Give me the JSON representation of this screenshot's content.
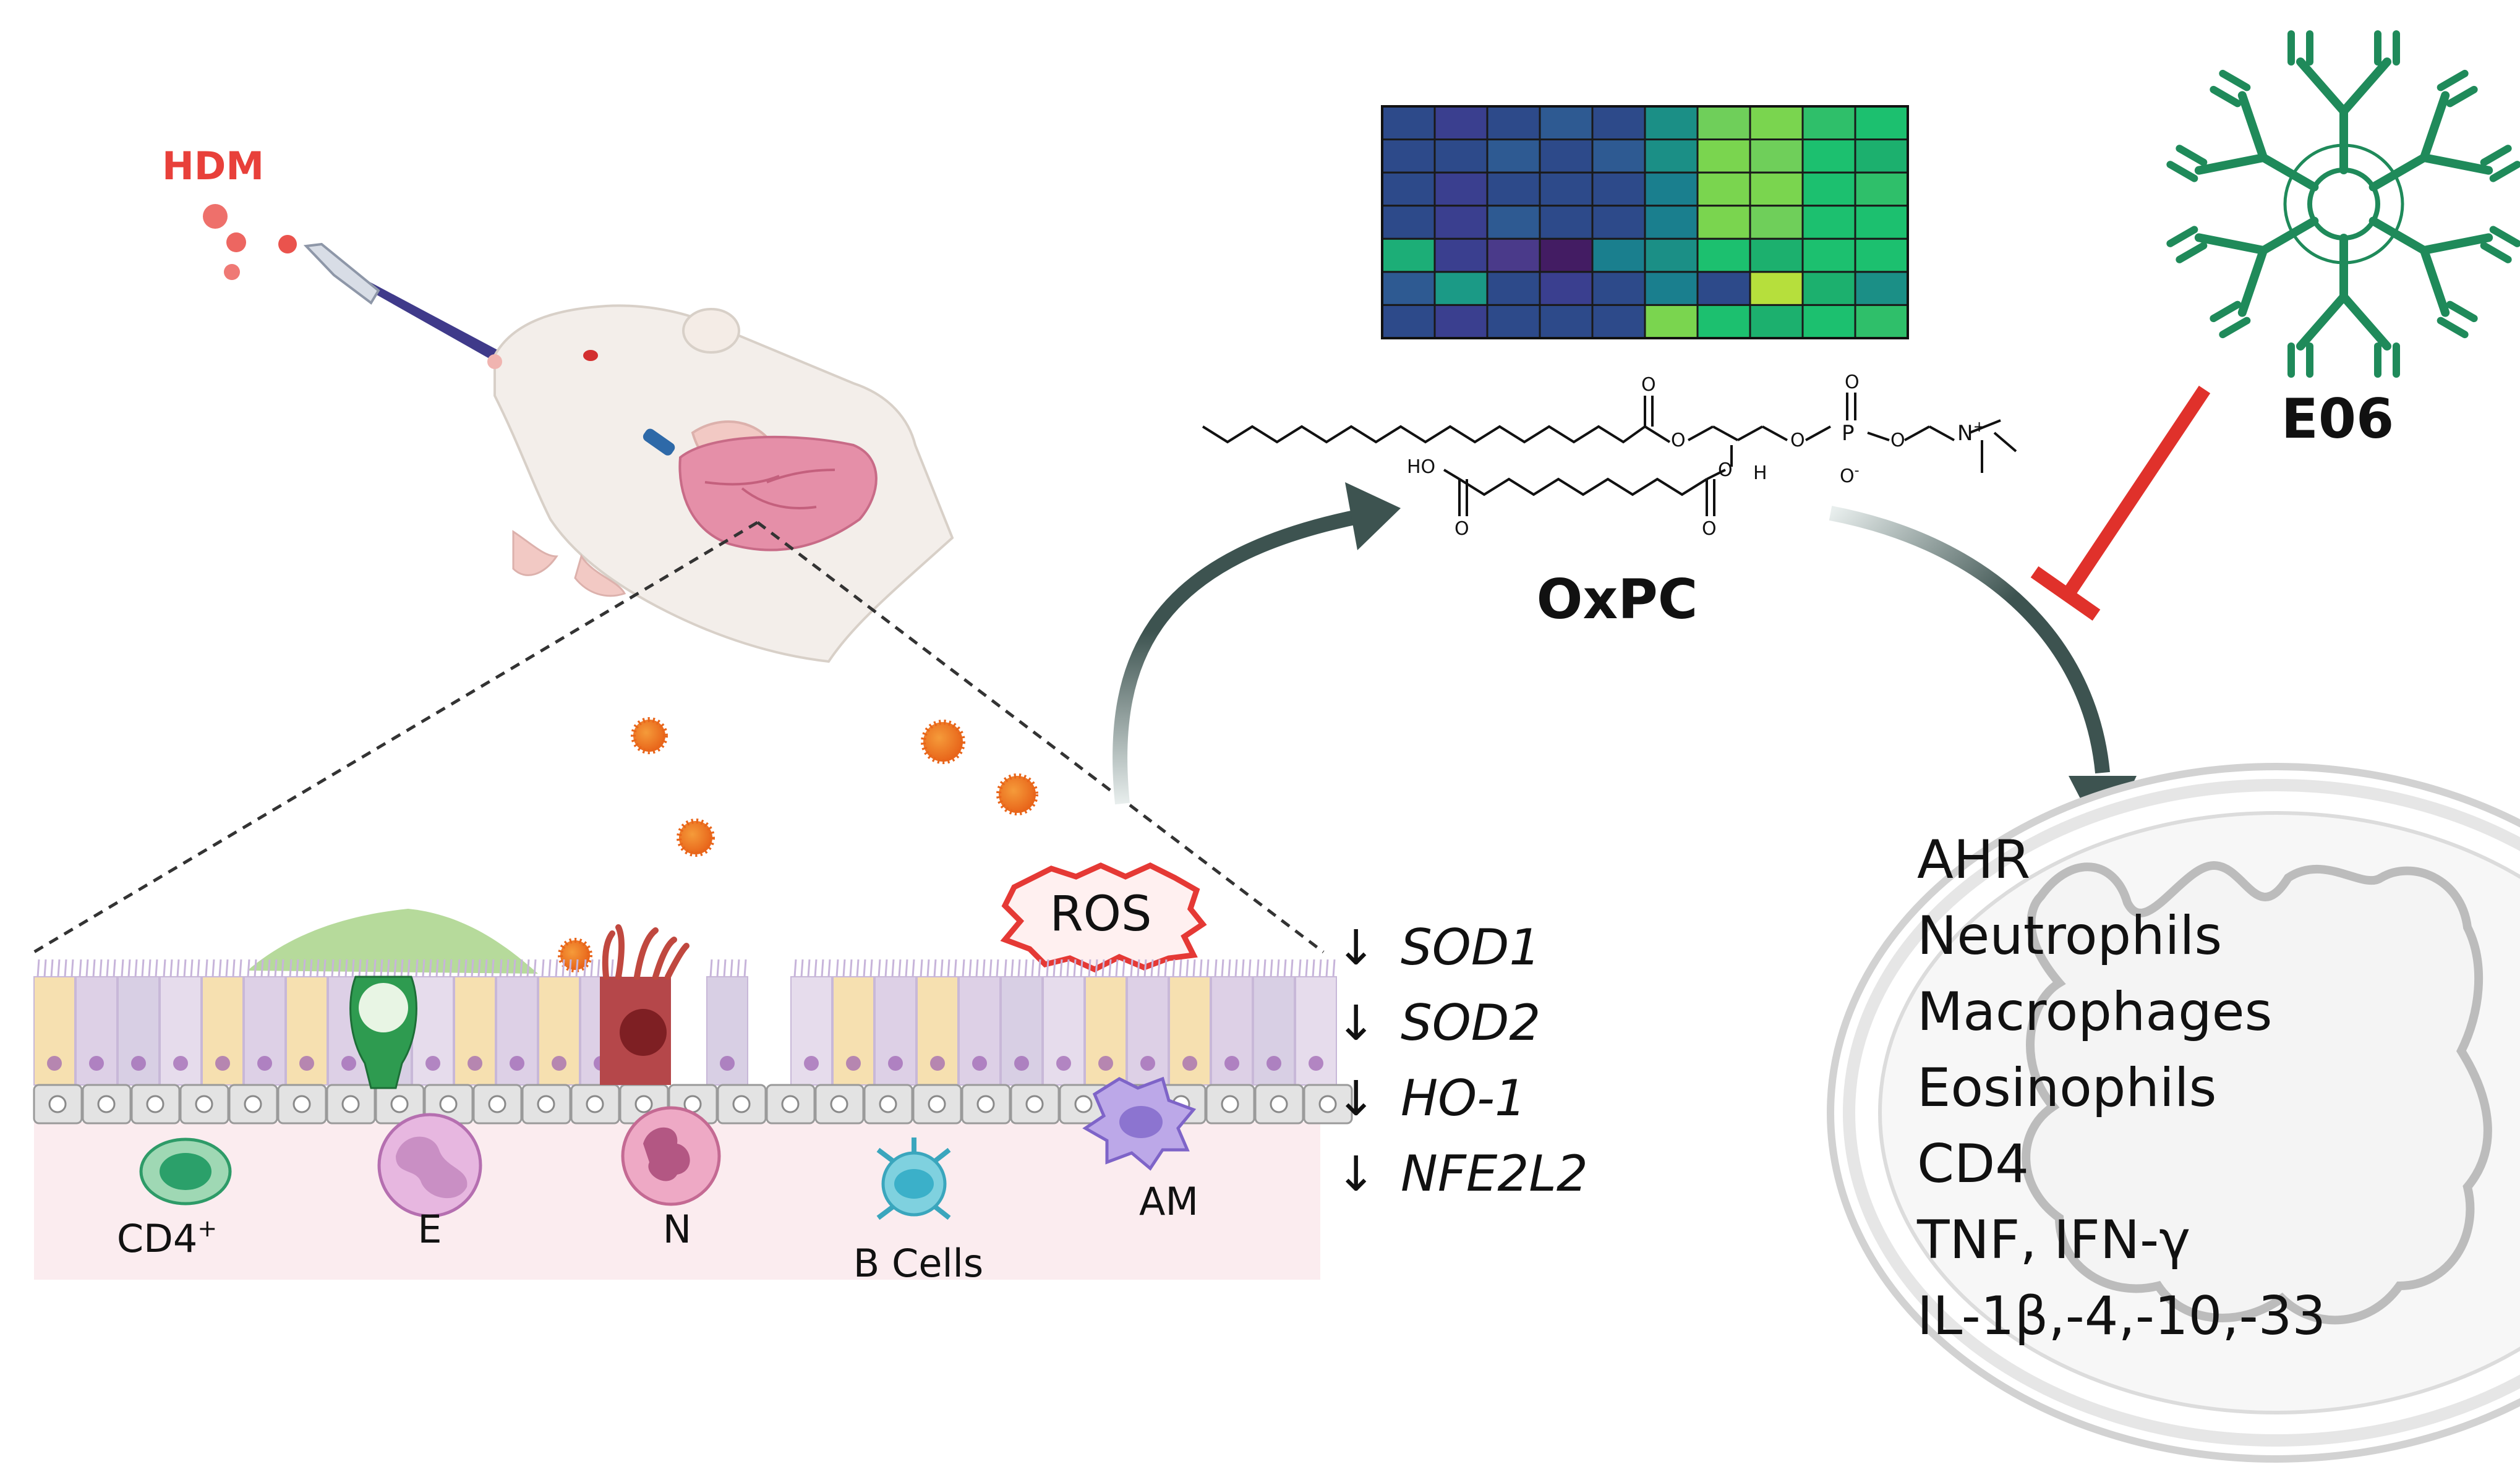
{
  "labels": {
    "hdm": "HDM",
    "ros": "ROS",
    "oxpc": "OxPC",
    "e06": "E06",
    "cells": {
      "cd4_main": "CD4",
      "cd4_sup": "+",
      "eosinophil": "E",
      "neutrophil": "N",
      "b_cells": "B Cells",
      "alveolar_macrophage": "AM"
    },
    "down_arrow": "↓",
    "genes": [
      "SOD1",
      "SOD2",
      "HO-1",
      "NFE2L2"
    ],
    "outcomes": [
      "AHR",
      "Neutrophils",
      "Macrophages",
      "Eosinophils",
      "CD4",
      "TNF, IFN-γ",
      "IL-1β,-4,-10,-33"
    ],
    "molecule": {
      "ho": "HO",
      "o": "O",
      "p": "P",
      "h": "H",
      "n": "N",
      "plus": "+",
      "o_minus": "O",
      "minus": "-"
    }
  },
  "heatmap": {
    "rows": [
      [
        "#2d4a8a",
        "#3a3f8f",
        "#2d4a8a",
        "#2e5a92",
        "#2d4a8a",
        "#1b8f86",
        "#6fcf5a",
        "#7ad54f",
        "#2fbf6a",
        "#1cc06f"
      ],
      [
        "#2d4a8a",
        "#2d4a8a",
        "#2e5a92",
        "#2d4a8a",
        "#2e5a92",
        "#1b8f86",
        "#7ad54f",
        "#6fcf5a",
        "#1cc06f",
        "#1cb06e"
      ],
      [
        "#2d4a8a",
        "#3a3f8f",
        "#2d4a8a",
        "#2d4a8a",
        "#2d4a8a",
        "#1a7f8e",
        "#7ad54f",
        "#7ad54f",
        "#1cc06f",
        "#2fbf6a"
      ],
      [
        "#2d4a8a",
        "#3a3f8f",
        "#2e5a92",
        "#2d4a8a",
        "#2d4a8a",
        "#1a7f8e",
        "#7ad54f",
        "#6fcf5a",
        "#1cc06f",
        "#1cc06f"
      ],
      [
        "#1cae77",
        "#3a3f8f",
        "#4a3a8a",
        "#431c63",
        "#1a7f8e",
        "#1b8f86",
        "#1cc06f",
        "#1cb06e",
        "#1cc06f",
        "#1cc06f"
      ],
      [
        "#2e5a92",
        "#1b9a86",
        "#2d4a8a",
        "#3a3f8f",
        "#2d4a8a",
        "#1a7f8e",
        "#2d4a8a",
        "#b6df3c",
        "#1cb06e",
        "#1b8f86"
      ],
      [
        "#2d4a8a",
        "#3a3f8f",
        "#2d4a8a",
        "#2d4a8a",
        "#2d4a8a",
        "#7ad54f",
        "#1cc06f",
        "#1cb06e",
        "#1cc06f",
        "#2fbf6a"
      ]
    ]
  },
  "colors": {
    "hdm_red": "#e8403a",
    "particle_orange": "#f07a1c",
    "arrow_dark": "#3d5350",
    "inhibit_red": "#e0312b",
    "antibody_green": "#1f8a5a",
    "lung_pink": "#e58fa8",
    "tissue_pink": "#fbecef"
  }
}
